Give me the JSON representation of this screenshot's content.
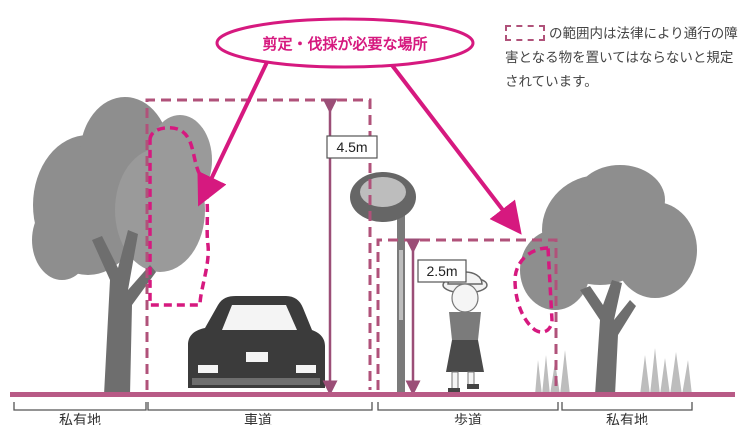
{
  "callout": {
    "text": "剪定・伐採が必要な場所"
  },
  "note": {
    "text": "の範囲内は法律により通行の障害となる物を置いてはならないと規定されています。"
  },
  "dimensions": {
    "road_height": "4.5m",
    "sidewalk_height": "2.5m"
  },
  "zones": {
    "private_left": "私有地",
    "road": "車道",
    "sidewalk": "歩道",
    "private_right": "私有地"
  },
  "colors": {
    "magenta": "#d6197f",
    "dashed_zone": "#b0527a",
    "ground": "#b85a86",
    "tree_gray": "#8a8a8a",
    "trunk_gray": "#6e6e6e"
  }
}
